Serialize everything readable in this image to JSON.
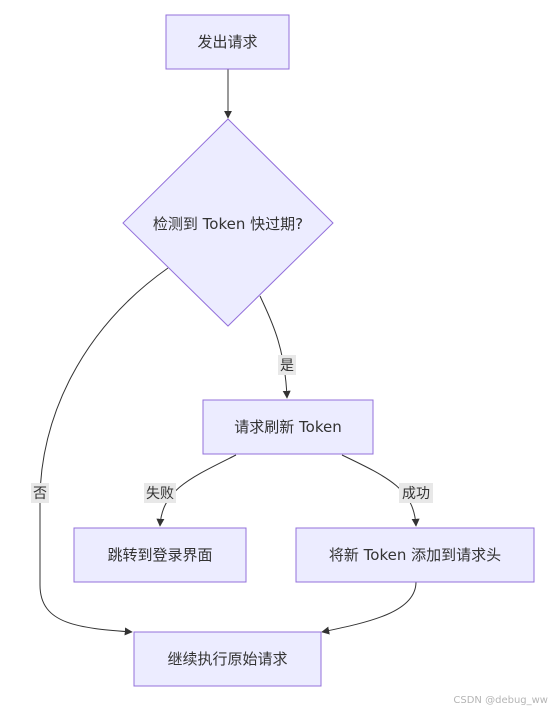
{
  "diagram": {
    "nodes": {
      "start": "发出请求",
      "check": "检测到 Token 快过期?",
      "refresh": "请求刷新 Token",
      "login": "跳转到登录界面",
      "add_header": "将新 Token 添加到请求头",
      "continue": "继续执行原始请求"
    },
    "edges": {
      "yes": "是",
      "no": "否",
      "fail": "失败",
      "success": "成功"
    }
  },
  "colors": {
    "node_fill": "#ECECFF",
    "node_stroke": "#9370DB",
    "edge": "#333333",
    "label_bg": "#E8E8E8"
  },
  "watermark": "CSDN @debug_ww"
}
